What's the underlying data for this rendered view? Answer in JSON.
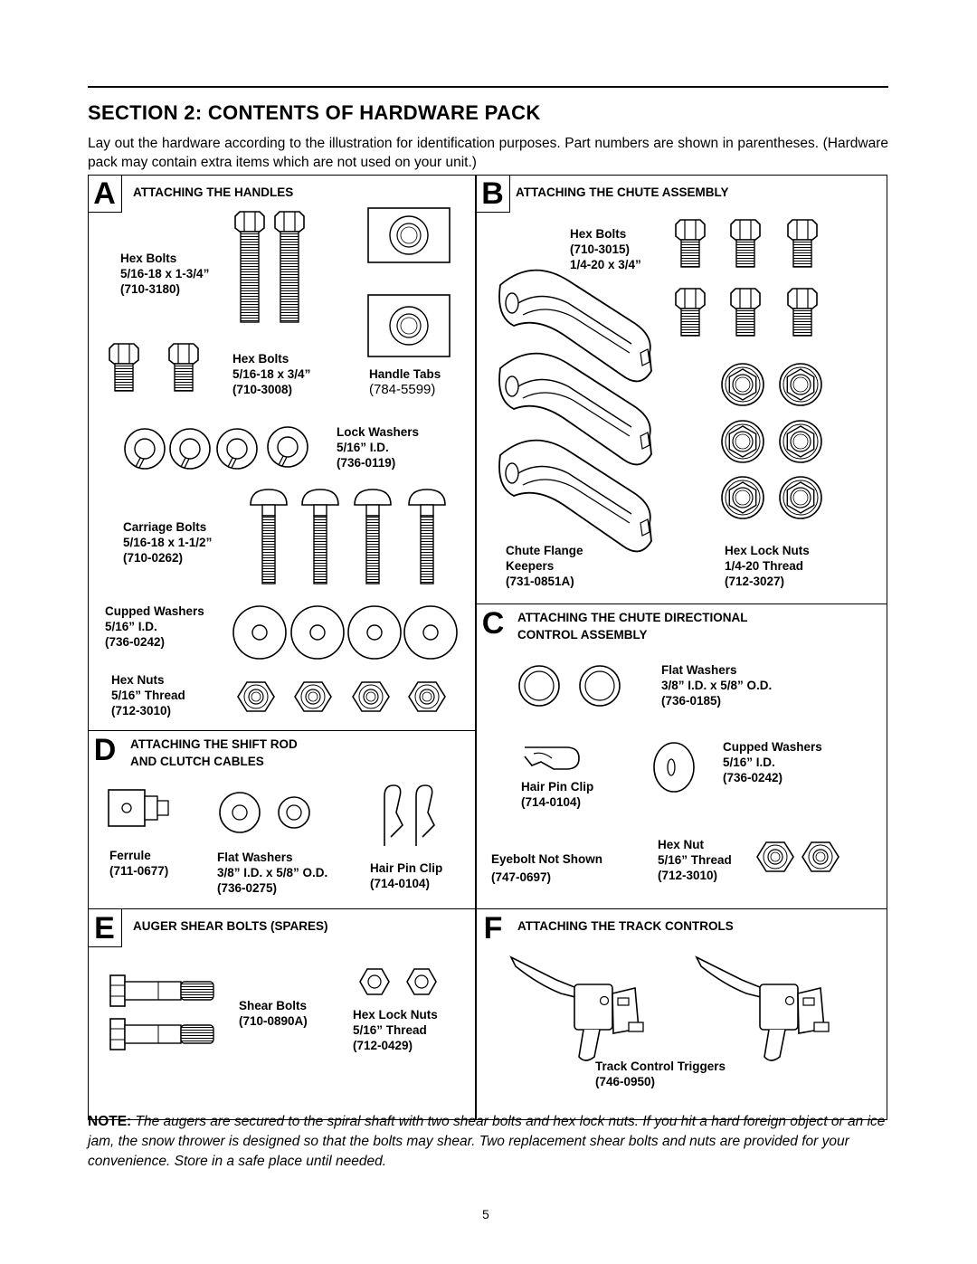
{
  "header": {
    "title": "SECTION 2:  CONTENTS OF HARDWARE PACK",
    "intro": "Lay out the hardware according to the illustration for identification purposes. Part numbers are shown in parentheses. (Hardware pack may contain extra items which are not used on your unit.)"
  },
  "sections": {
    "a": {
      "letter": "A",
      "title": "ATTACHING THE HANDLES"
    },
    "b": {
      "letter": "B",
      "title": "ATTACHING THE CHUTE ASSEMBLY"
    },
    "c": {
      "letter": "C",
      "title_line1": "ATTACHING THE CHUTE DIRECTIONAL",
      "title_line2": "CONTROL ASSEMBLY"
    },
    "d": {
      "letter": "D",
      "title_line1": "ATTACHING THE SHIFT ROD",
      "title_line2": "AND CLUTCH CABLES"
    },
    "e": {
      "letter": "E",
      "title": "AUGER SHEAR BOLTS (SPARES)"
    },
    "f": {
      "letter": "F",
      "title": "ATTACHING THE TRACK CONTROLS"
    }
  },
  "parts": {
    "a_hex_bolts_long": {
      "name": "Hex Bolts",
      "size": "5/16-18 x 1-3/4”",
      "number": "(710-3180)"
    },
    "a_hex_bolts_short": {
      "name": "Hex Bolts",
      "size": "5/16-18 x 3/4”",
      "number": "(710-3008)"
    },
    "a_handle_tabs": {
      "name": "Handle Tabs",
      "number": "(784-5599)"
    },
    "a_lock_washers": {
      "name": "Lock Washers",
      "size": "5/16” I.D.",
      "number": "(736-0119)"
    },
    "a_carriage_bolts": {
      "name": "Carriage Bolts",
      "size": "5/16-18 x 1-1/2”",
      "number": "(710-0262)"
    },
    "a_cupped_washers": {
      "name": "Cupped Washers",
      "size": "5/16” I.D.",
      "number": "(736-0242)"
    },
    "a_hex_nuts": {
      "name": "Hex Nuts",
      "size": "5/16” Thread",
      "number": "(712-3010)"
    },
    "b_hex_bolts": {
      "name": "Hex Bolts",
      "number": "(710-3015)",
      "size": "1/4-20 x 3/4”"
    },
    "b_chute_keepers": {
      "name_line1": "Chute Flange",
      "name_line2": "Keepers",
      "number": "(731-0851A)"
    },
    "b_hex_lock_nuts": {
      "name": "Hex Lock Nuts",
      "size": "1/4-20 Thread",
      "number": "(712-3027)"
    },
    "c_flat_washers": {
      "name": "Flat Washers",
      "size": "3/8” I.D. x 5/8” O.D.",
      "number": "(736-0185)"
    },
    "c_cupped_washers": {
      "name": "Cupped Washers",
      "size": "5/16” I.D.",
      "number": "(736-0242)"
    },
    "c_hair_pin_clip": {
      "name": "Hair Pin Clip",
      "number": "(714-0104)"
    },
    "c_eyebolt": {
      "name": "Eyebolt Not Shown",
      "number": "(747-0697)"
    },
    "c_hex_nut": {
      "name": "Hex Nut",
      "size": "5/16” Thread",
      "number": "(712-3010)"
    },
    "d_ferrule": {
      "name": "Ferrule",
      "number": "(711-0677)"
    },
    "d_flat_washers": {
      "name": "Flat Washers",
      "size": "3/8” I.D. x 5/8” O.D.",
      "number": "(736-0275)"
    },
    "d_hair_pin_clip": {
      "name": "Hair Pin Clip",
      "number": "(714-0104)"
    },
    "e_shear_bolts": {
      "name": "Shear Bolts",
      "number": "(710-0890A)"
    },
    "e_hex_lock_nuts": {
      "name": "Hex Lock Nuts",
      "size": "5/16” Thread",
      "number": "(712-0429)"
    },
    "f_triggers": {
      "name": "Track Control Triggers",
      "number": "(746-0950)"
    }
  },
  "note": {
    "label": "NOTE:",
    "text": "The augers are secured to the spiral shaft with two shear bolts and hex lock nuts. If you hit a hard foreign object or an ice jam, the snow thrower is designed so that the bolts may shear. Two replacement shear bolts and nuts are provided for your convenience. Store in a safe place until needed."
  },
  "page_number": "5"
}
